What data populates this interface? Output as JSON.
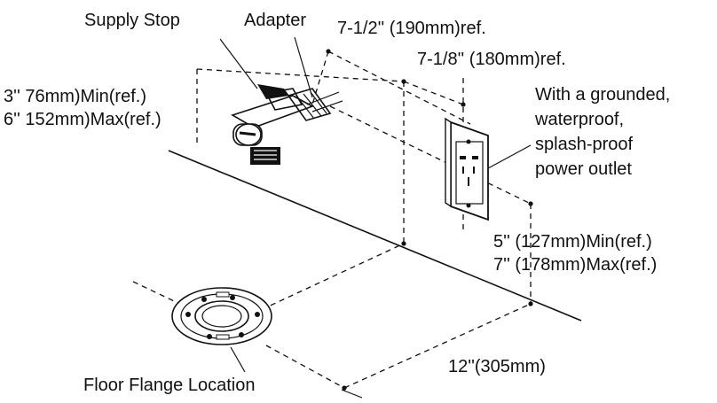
{
  "labels": {
    "supply_stop": "Supply Stop",
    "adapter": "Adapter",
    "dim_190": "7-1/2'' (190mm)ref.",
    "dim_180": "7-1/8'' (180mm)ref.",
    "outlet_line1": "With a grounded,",
    "outlet_line2": "waterproof,",
    "outlet_line3": "splash-proof",
    "outlet_line4": "power outlet",
    "stop_min": "3''  76mm)Min(ref.)",
    "stop_max": "6''  152mm)Max(ref.)",
    "outlet_min": "5'' (127mm)Min(ref.)",
    "outlet_max": "7'' (178mm)Max(ref.)",
    "flange_dist": "12''(305mm)",
    "floor_flange": "Floor Flange Location"
  }
}
